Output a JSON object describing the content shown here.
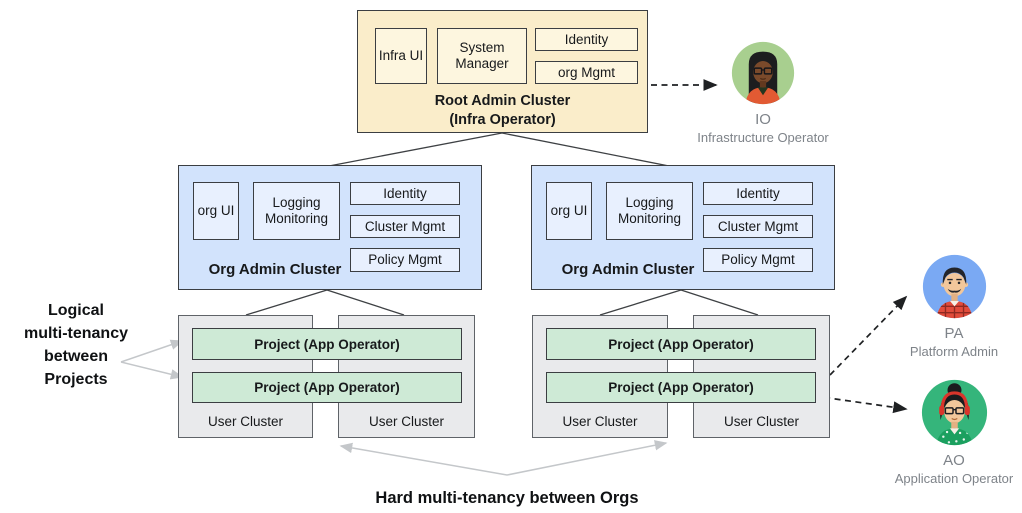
{
  "colors": {
    "root_fill": "#FAEDCA",
    "root_inner": "#FDF6DF",
    "org_fill": "#D2E3FC",
    "org_inner": "#E8F0FE",
    "project_fill": "#CEEAD6",
    "user_fill": "#E9EAEC",
    "border_dark": "#3b3e42",
    "border_mid": "#5f6368",
    "text_dark": "#17191b",
    "label_gray": "#7e8389",
    "arrow_gray": "#c4c7ca",
    "arrow_dark": "#1f2123",
    "line_dark": "#3e4144"
  },
  "root_cluster": {
    "title": "Root Admin Cluster",
    "subtitle": "(Infra Operator)",
    "components": {
      "infra_ui": "Infra UI",
      "system_manager": "System Manager",
      "identity": "Identity",
      "org_mgmt": "org Mgmt"
    }
  },
  "org_cluster_left": {
    "title": "Org Admin Cluster",
    "components": {
      "org_ui": "org UI",
      "logging_monitoring": "Logging Monitoring",
      "identity": "Identity",
      "cluster_mgmt": "Cluster Mgmt",
      "policy_mgmt": "Policy Mgmt"
    }
  },
  "org_cluster_right": {
    "title": "Org Admin Cluster",
    "components": {
      "org_ui": "org UI",
      "logging_monitoring": "Logging Monitoring",
      "identity": "Identity",
      "cluster_mgmt": "Cluster Mgmt",
      "policy_mgmt": "Policy Mgmt"
    }
  },
  "user_group_left": {
    "projects": [
      "Project (App Operator)",
      "Project (App Operator)"
    ],
    "cluster_labels": [
      "User Cluster",
      "User Cluster"
    ]
  },
  "user_group_right": {
    "projects": [
      "Project (App Operator)",
      "Project  (App Operator)"
    ],
    "cluster_labels": [
      "User Cluster",
      "User Cluster"
    ]
  },
  "annotations": {
    "logical": "Logical\nmulti-tenancy\nbetween\nProjects",
    "hard": "Hard multi-tenancy between Orgs"
  },
  "personas": {
    "io": {
      "abbr": "IO",
      "role": "Infrastructure Operator",
      "avatar": "io-avatar",
      "bg": "#A8CF8F"
    },
    "pa": {
      "abbr": "PA",
      "role": "Platform Admin",
      "avatar": "pa-avatar",
      "bg": "#7AA9F3"
    },
    "ao": {
      "abbr": "AO",
      "role": "Application Operator",
      "avatar": "ao-avatar",
      "bg": "#35B57B"
    }
  }
}
